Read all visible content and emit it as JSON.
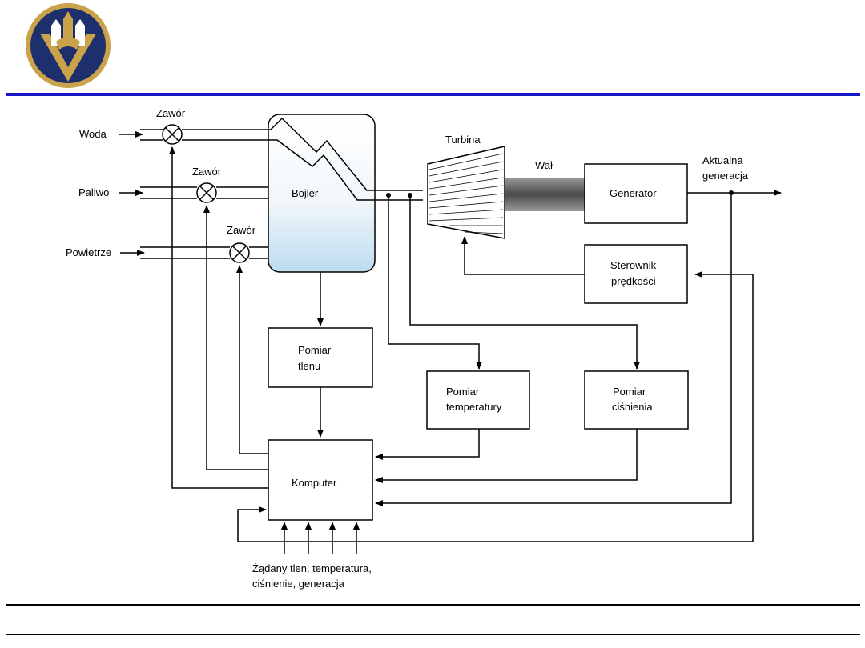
{
  "labels": {
    "woda": "Woda",
    "paliwo": "Paliwo",
    "powietrze": "Powietrze",
    "zawor1": "Zawór",
    "zawor2": "Zawór",
    "zawor3": "Zawór",
    "bojler": "Bojler",
    "turbina": "Turbina",
    "wal": "Wał",
    "generator": "Generator",
    "aktualna_1": "Aktualna",
    "aktualna_2": "generacja",
    "sterownik_1": "Sterownik",
    "sterownik_2": "prędkości",
    "pomiar_tlenu_1": "Pomiar",
    "pomiar_tlenu_2": "tlenu",
    "pomiar_temp_1": "Pomiar",
    "pomiar_temp_2": "temperatury",
    "pomiar_cisn_1": "Pomiar",
    "pomiar_cisn_2": "ciśnienia",
    "komputer": "Komputer",
    "zadany_1": "Żądany tlen, temperatura,",
    "zadany_2": "ciśnienie, generacja"
  },
  "colors": {
    "accent_rule": "#1515c8",
    "logo_navy": "#1e2f6e",
    "logo_gold": "#c9a24a",
    "boiler_fill": "#cfe6f5"
  }
}
